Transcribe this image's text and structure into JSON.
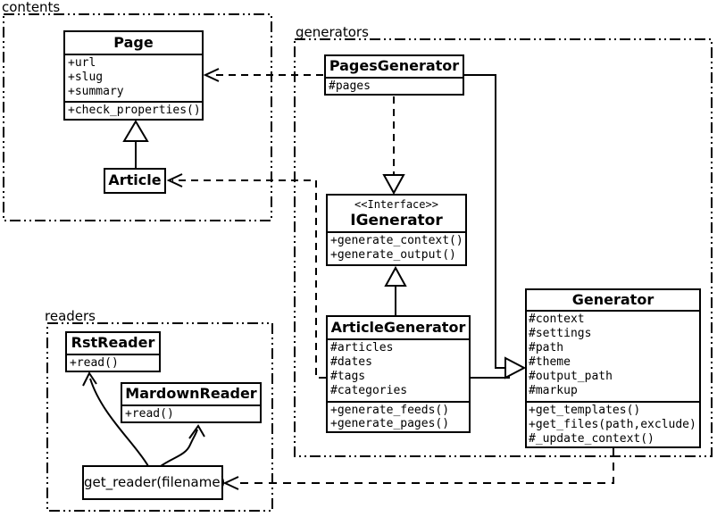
{
  "packages": {
    "contents": {
      "label": "contents"
    },
    "generators": {
      "label": "generators"
    },
    "readers": {
      "label": "readers"
    }
  },
  "classes": {
    "page": {
      "title": "Page",
      "attrs": [
        "+url",
        "+slug",
        "+summary"
      ],
      "methods": [
        "+check_properties()"
      ]
    },
    "article": {
      "title": "Article"
    },
    "pages_generator": {
      "title": "PagesGenerator",
      "attrs": [
        "#pages"
      ]
    },
    "igenerator": {
      "stereotype": "<<Interface>>",
      "title": "IGenerator",
      "methods": [
        "+generate_context()",
        "+generate_output()"
      ]
    },
    "article_generator": {
      "title": "ArticleGenerator",
      "attrs": [
        "#articles",
        "#dates",
        "#tags",
        "#categories"
      ],
      "methods": [
        "+generate_feeds()",
        "+generate_pages()"
      ]
    },
    "generator": {
      "title": "Generator",
      "attrs": [
        "#context",
        "#settings",
        "#path",
        "#theme",
        "#output_path",
        "#markup"
      ],
      "methods": [
        "+get_templates()",
        "+get_files(path,exclude)",
        "#_update_context()"
      ]
    },
    "rst_reader": {
      "title": "RstReader",
      "methods": [
        "+read()"
      ]
    },
    "mardown_reader": {
      "title": "MardownReader",
      "methods": [
        "+read()"
      ]
    }
  },
  "nodes": {
    "get_reader": {
      "label": "get_reader(filename)"
    }
  },
  "relationships": [
    {
      "from": "Article",
      "to": "Page",
      "type": "generalization",
      "line": "solid"
    },
    {
      "from": "PagesGenerator",
      "to": "Page",
      "type": "dependency",
      "line": "dashed"
    },
    {
      "from": "ArticleGenerator",
      "to": "Article",
      "type": "dependency",
      "line": "dashed"
    },
    {
      "from": "PagesGenerator",
      "to": "IGenerator",
      "type": "realization",
      "line": "dashed"
    },
    {
      "from": "ArticleGenerator",
      "to": "IGenerator",
      "type": "generalization",
      "line": "solid"
    },
    {
      "from": "PagesGenerator",
      "to": "Generator",
      "type": "generalization",
      "line": "solid"
    },
    {
      "from": "ArticleGenerator",
      "to": "Generator",
      "type": "generalization",
      "line": "solid"
    },
    {
      "from": "Generator",
      "to": "get_reader(filename)",
      "type": "dependency",
      "line": "dashed"
    },
    {
      "from": "get_reader(filename)",
      "to": "RstReader",
      "type": "association",
      "line": "solid-curve"
    },
    {
      "from": "get_reader(filename)",
      "to": "MardownReader",
      "type": "association",
      "line": "solid-curve"
    }
  ],
  "colors": {
    "line": "#000000",
    "background": "#ffffff"
  }
}
